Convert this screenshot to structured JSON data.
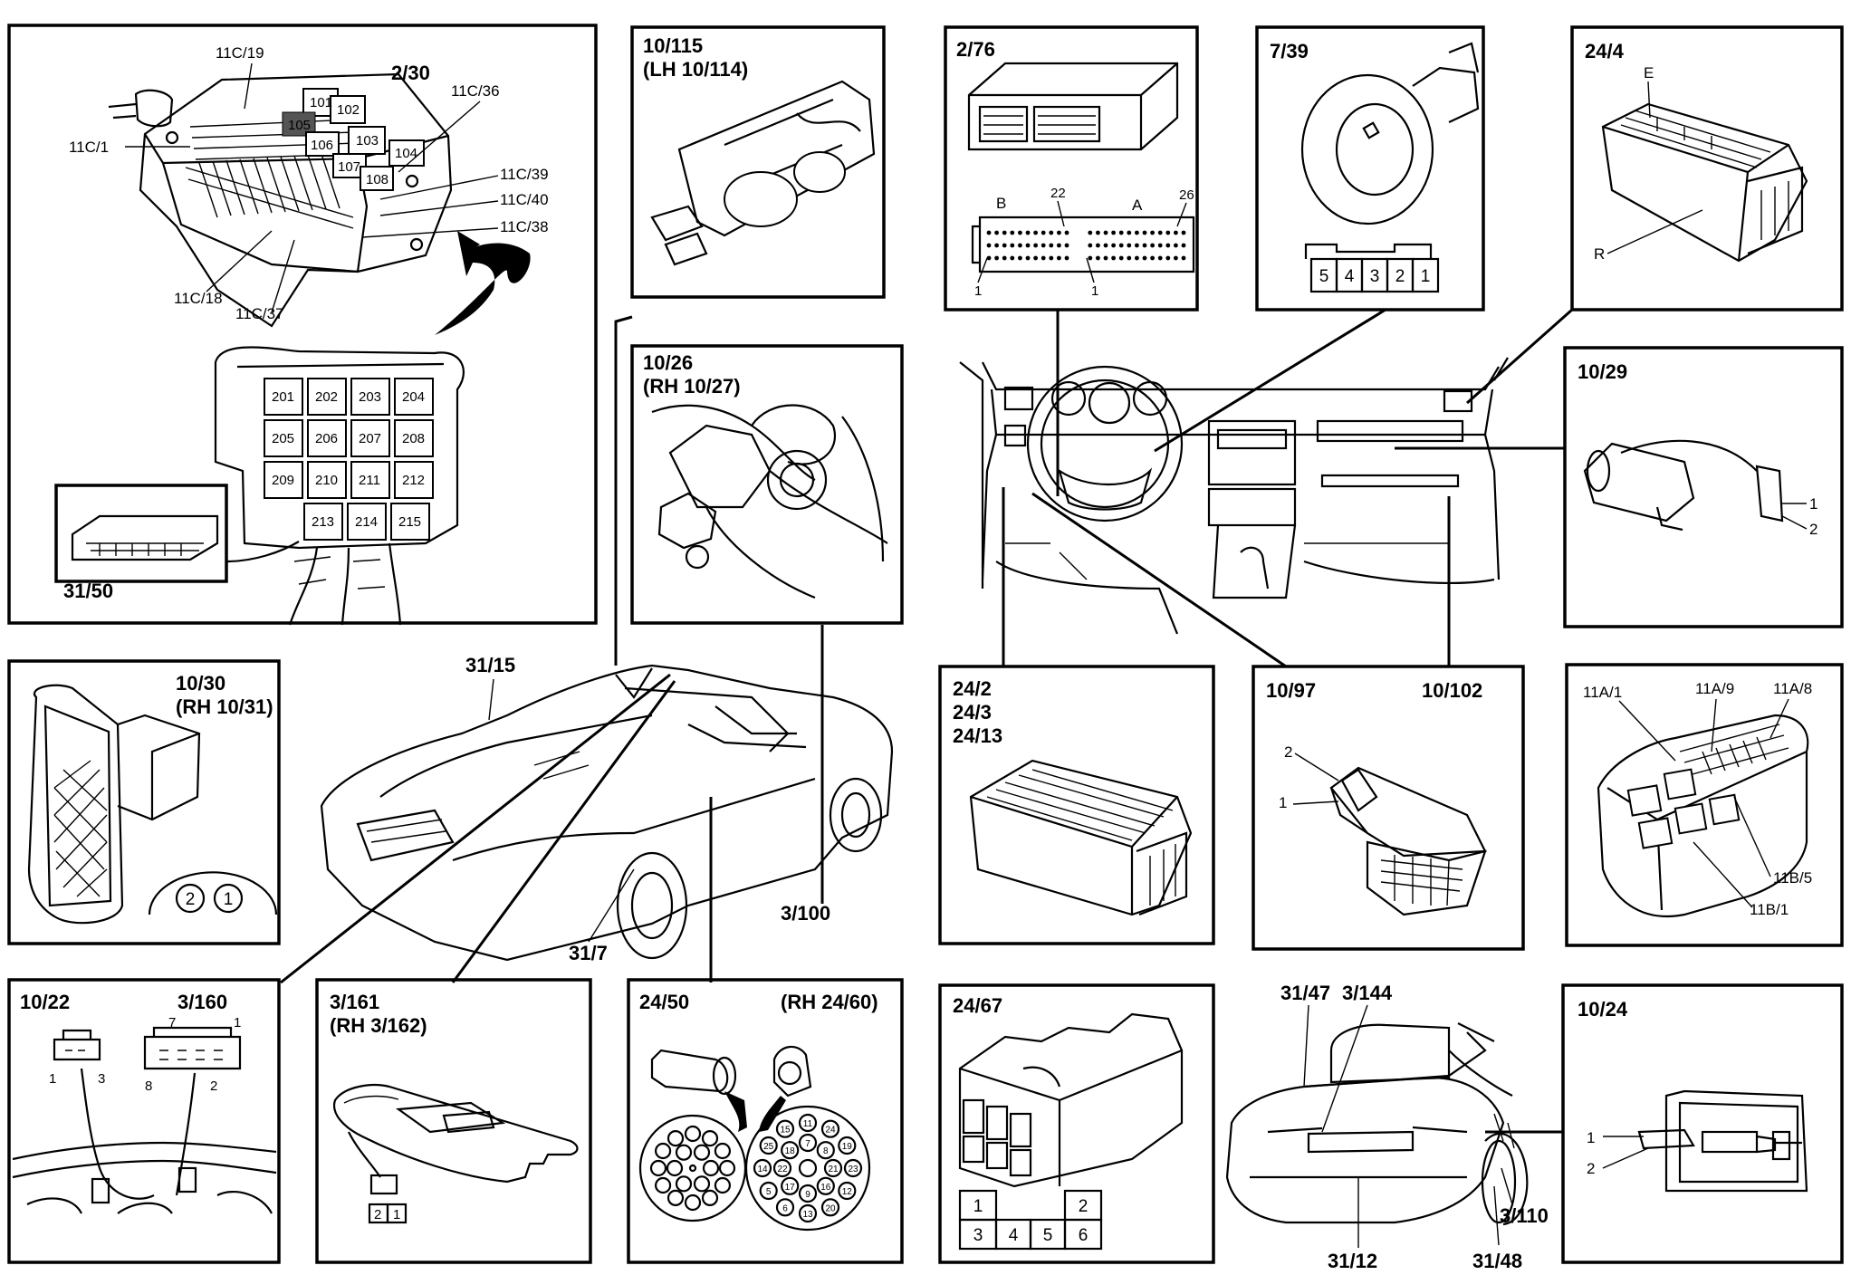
{
  "fuse_box": {
    "title": "2/30",
    "labels_top": [
      "11C/19",
      "11C/1",
      "11C/36",
      "11C/39",
      "11C/40",
      "11C/38",
      "11C/18",
      "11C/37"
    ],
    "fuses_top": [
      "101",
      "102",
      "105",
      "106",
      "103",
      "107",
      "104",
      "108"
    ],
    "fuses_bottom": [
      "201",
      "202",
      "203",
      "204",
      "205",
      "206",
      "207",
      "208",
      "209",
      "210",
      "211",
      "212",
      "213",
      "214",
      "215"
    ],
    "connector": "31/50"
  },
  "panels": {
    "p10_115": {
      "line1": "10/115",
      "line2": "(LH 10/114)"
    },
    "p10_26": {
      "line1": "10/26",
      "line2": "(RH 10/27)"
    },
    "p2_76": {
      "title": "2/76",
      "b": "B",
      "a": "A",
      "n22": "22",
      "n26": "26",
      "n1a": "1",
      "n1b": "1"
    },
    "p7_39": {
      "title": "7/39",
      "pins": [
        "5",
        "4",
        "3",
        "2",
        "1"
      ]
    },
    "p24_4": {
      "title": "24/4",
      "e": "E",
      "r": "R"
    },
    "p10_29": {
      "title": "10/29",
      "p1": "1",
      "p2": "2"
    },
    "p10_30": {
      "line1": "10/30",
      "line2": "(RH 10/31)",
      "c2": "2",
      "c1": "1"
    },
    "p24_2": {
      "line1": "24/2",
      "line2": "24/3",
      "line3": "24/13"
    },
    "p10_97": {
      "t1": "10/97",
      "t2": "10/102",
      "p2": "2",
      "p1": "1"
    },
    "p11a": {
      "a1": "11A/1",
      "a9": "11A/9",
      "a8": "11A/8",
      "b5": "11B/5",
      "b1": "11B/1"
    },
    "p10_22": {
      "t1": "10/22",
      "t2": "3/160",
      "n1a": "1",
      "n3": "3",
      "n7": "7",
      "n1b": "1",
      "n8": "8",
      "n2": "2"
    },
    "p3_161": {
      "line1": "3/161",
      "line2": "(RH 3/162)",
      "pins": [
        "2",
        "1"
      ]
    },
    "p24_50": {
      "t1": "24/50",
      "t2": "(RH 24/60)",
      "numbers": [
        "11",
        "24",
        "19",
        "23",
        "12",
        "20",
        "13",
        "6",
        "5",
        "14",
        "25",
        "15",
        "7",
        "8",
        "21",
        "16",
        "9",
        "17",
        "22",
        "18"
      ]
    },
    "p24_67": {
      "title": "24/67",
      "pins": [
        "1",
        "2",
        "3",
        "4",
        "5",
        "6"
      ]
    },
    "p10_24": {
      "title": "10/24",
      "p1": "1",
      "p2": "2"
    }
  },
  "car_labels": {
    "c31_15": "31/15",
    "c3_100": "3/100",
    "c31_7": "31/7"
  },
  "rear_labels": {
    "r31_47": "31/47",
    "r3_144": "3/144",
    "r3_110": "3/110",
    "r31_12": "31/12",
    "r31_48": "31/48"
  }
}
